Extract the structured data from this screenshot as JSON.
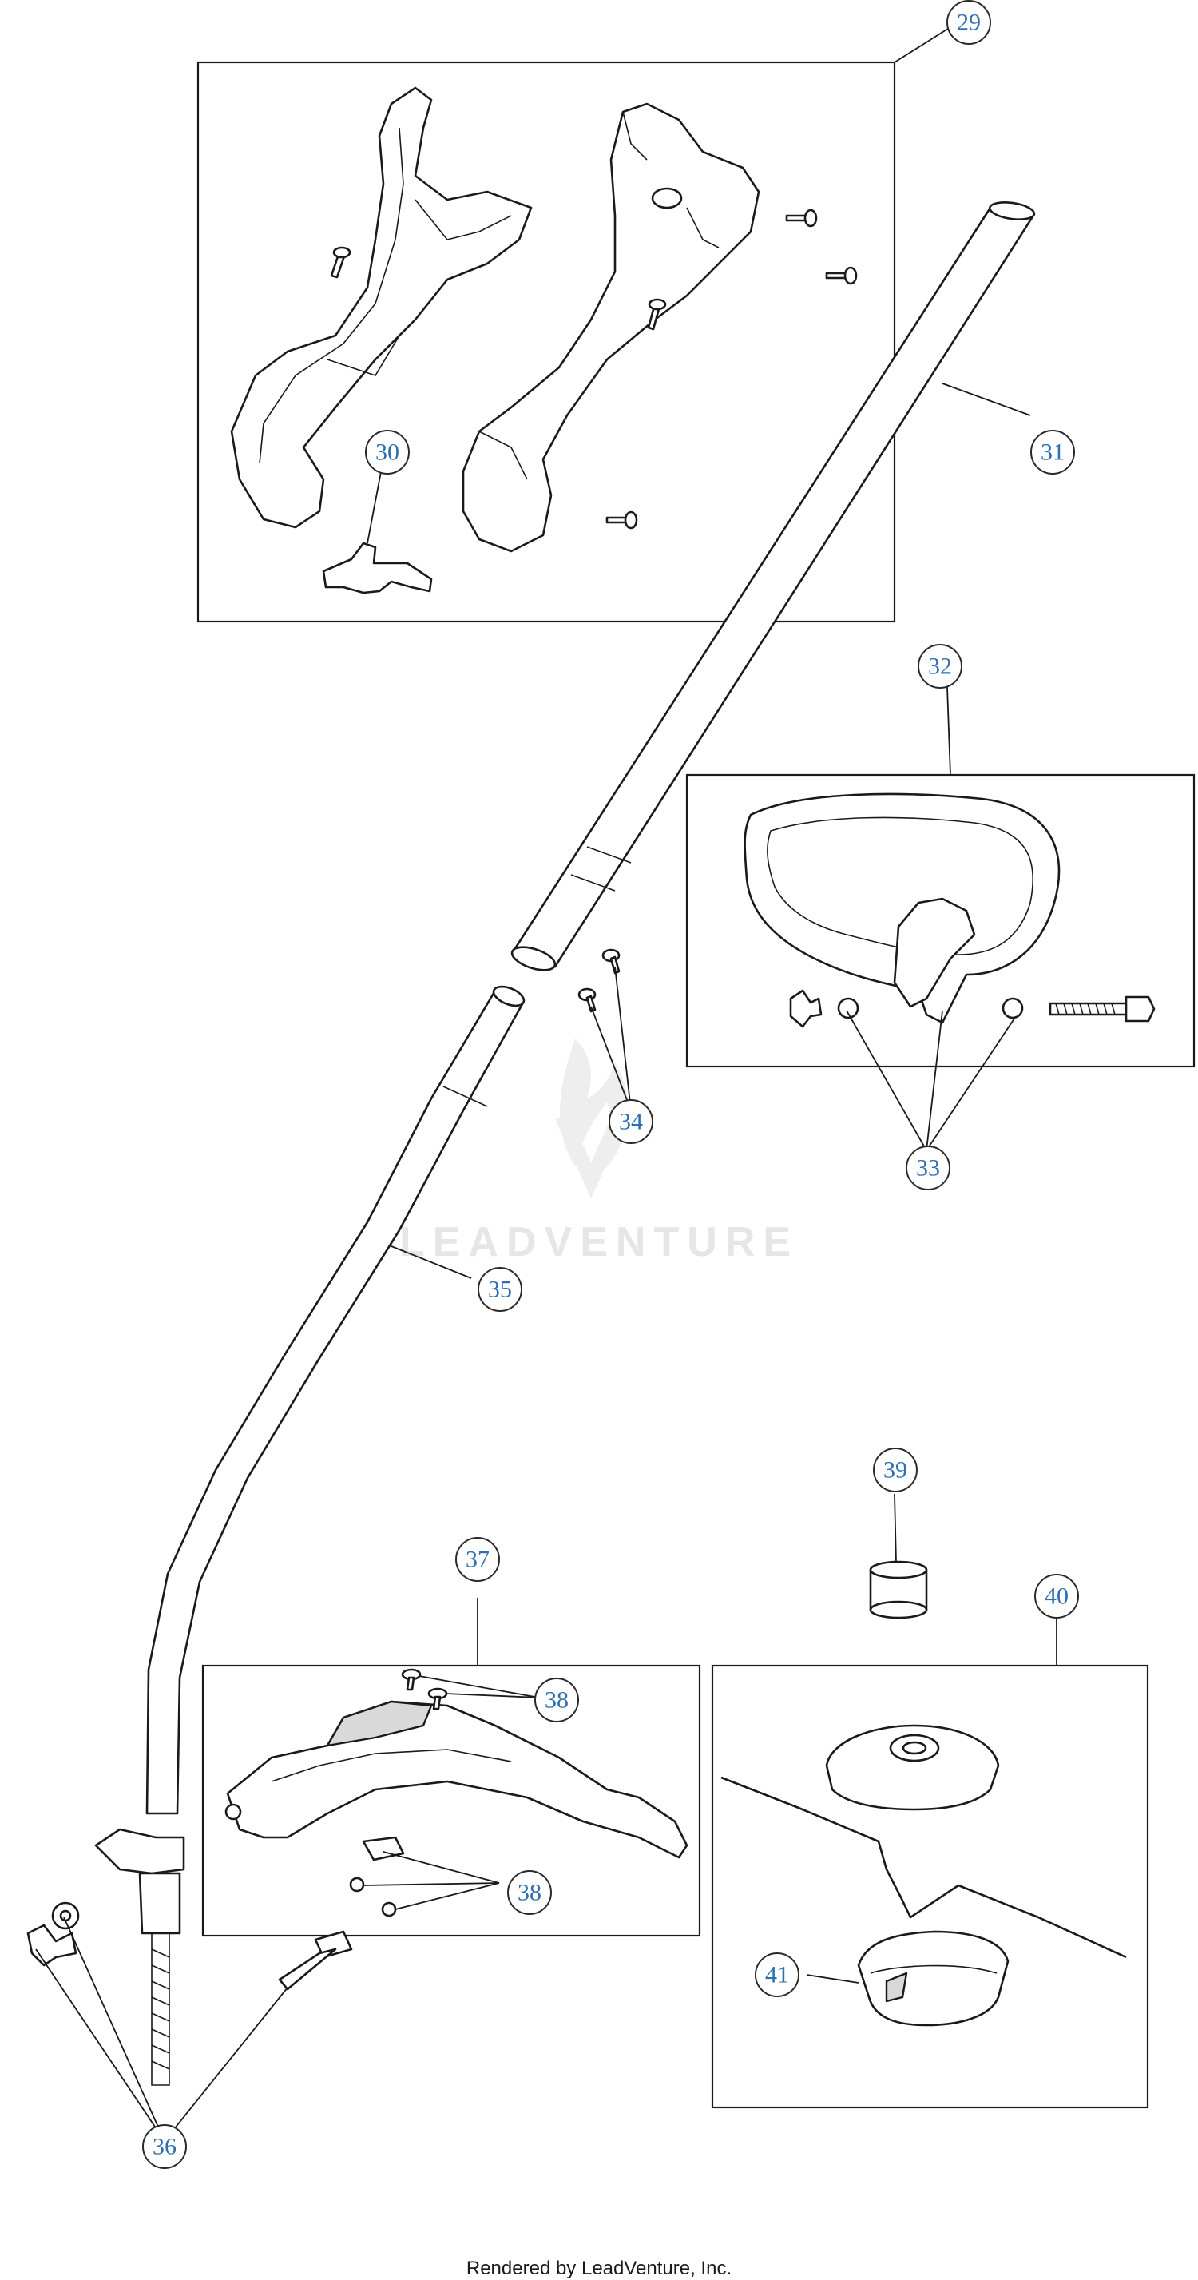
{
  "callouts": [
    "29",
    "30",
    "31",
    "32",
    "33",
    "34",
    "35",
    "36",
    "37",
    "38",
    "38",
    "39",
    "40",
    "41"
  ],
  "watermark": {
    "brand": "LEADVENTURE"
  },
  "footer": "Rendered by LeadVenture, Inc."
}
